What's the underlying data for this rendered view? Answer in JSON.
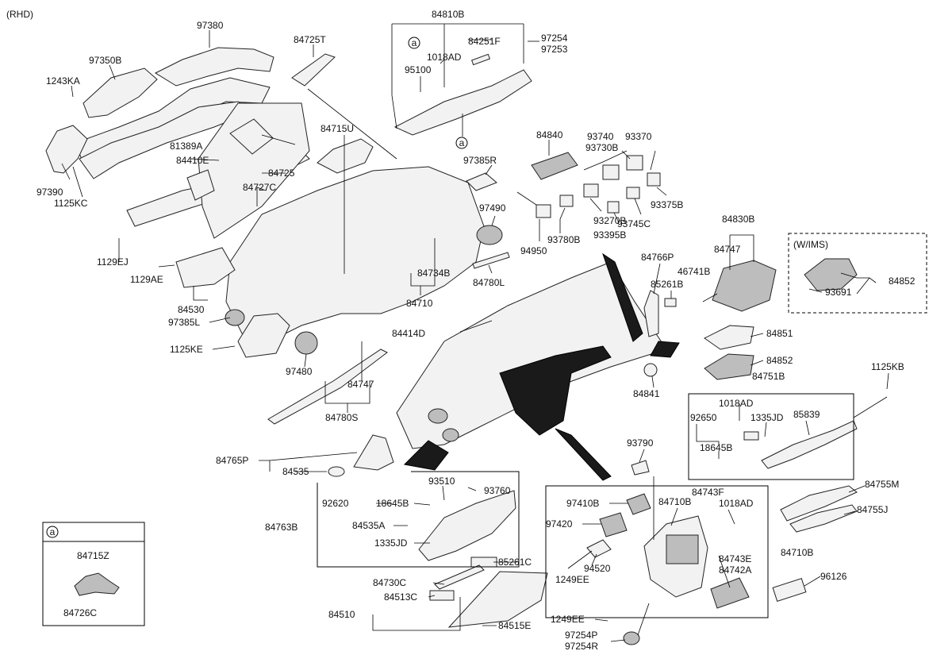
{
  "header_note": "(RHD)",
  "callout_letter": "a",
  "inset_a_labels": [
    "84715Z",
    "84726C"
  ],
  "wims_label": "(W/IMS)",
  "parts": [
    "97380",
    "97350B",
    "1243KA",
    "97390",
    "1125KC",
    "84725T",
    "84810B",
    "84251F",
    "1018AD",
    "95100",
    "97254",
    "97253",
    "84715U",
    "81389A",
    "84410E",
    "84725",
    "84727C",
    "1129EJ",
    "1129AE",
    "84530",
    "97385L",
    "1125KE",
    "97480",
    "84747",
    "84780S",
    "84840",
    "93740",
    "93730B",
    "93370",
    "97385R",
    "97490",
    "94950",
    "93780B",
    "93270B",
    "93395B",
    "93745C",
    "93375B",
    "84780L",
    "84734B",
    "84710",
    "84830B",
    "84747",
    "46741B",
    "84766P",
    "85261B",
    "84852",
    "93691",
    "84851",
    "84852",
    "84751B",
    "1125KB",
    "84414D",
    "84841",
    "1018AD",
    "92650",
    "1335JD",
    "85839",
    "18645B",
    "93790",
    "84765P",
    "84535",
    "93510",
    "93760",
    "92620",
    "18645B",
    "84763B",
    "84535A",
    "1335JD",
    "84743F",
    "1018AD",
    "97410B",
    "84710B",
    "97420",
    "94520",
    "1249EE",
    "84743E",
    "84742A",
    "84710B",
    "96126",
    "84755M",
    "84755J",
    "85261C",
    "84730C",
    "84513C",
    "84510",
    "84515E",
    "1249EE",
    "97254P",
    "97254R"
  ]
}
